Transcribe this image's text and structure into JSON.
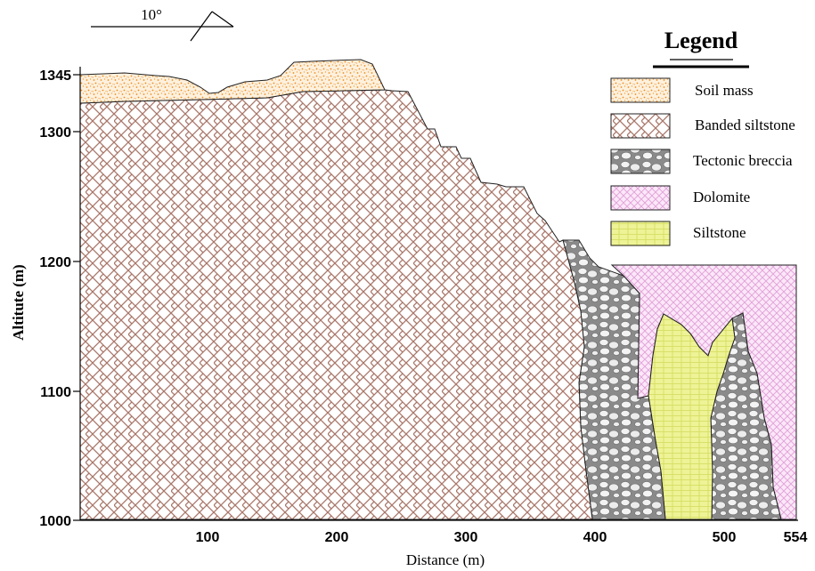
{
  "dip_symbol": {
    "label": "10°"
  },
  "legend": {
    "title": "Legend",
    "items": [
      {
        "key": "soil",
        "label": "Soil mass",
        "color": "#f39c3a"
      },
      {
        "key": "banded",
        "label": "Banded siltstone",
        "color": "#a9776a"
      },
      {
        "key": "breccia",
        "label": "Tectonic breccia",
        "color": "#7f7f7f"
      },
      {
        "key": "dolomite",
        "label": "Dolomite",
        "color": "#e7a9e0"
      },
      {
        "key": "siltstone",
        "label": "Siltstone",
        "color": "#e6ee78"
      }
    ]
  },
  "axes": {
    "x": {
      "title": "Distance (m)",
      "ticks": [
        "100",
        "200",
        "300",
        "400",
        "500",
        "554"
      ]
    },
    "y": {
      "title": "Altitute (m)",
      "ticks": [
        "1345",
        "1300",
        "1200",
        "1100",
        "1000"
      ]
    }
  }
}
